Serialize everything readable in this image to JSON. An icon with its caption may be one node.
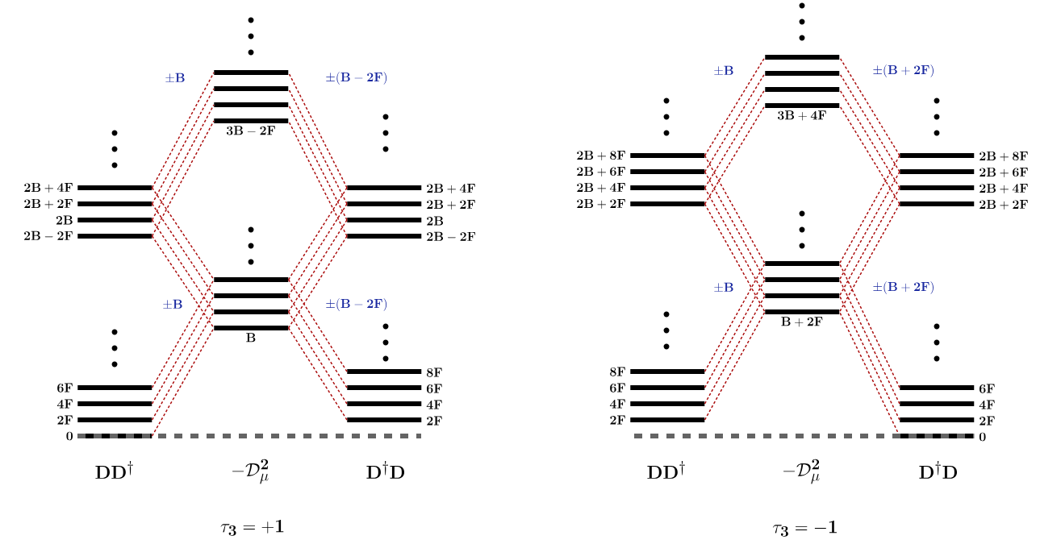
{
  "diagram": {
    "nodes": [
      {
        "text": [
          "\\mathbf{2B}+\\mathbf{4F}"
        ]
      },
      {
        "text": [
          "\\mathbf{2B}+\\mathbf{2F}"
        ]
      },
      {
        "text": [
          "\\mathbf{2B}"
        ]
      },
      {
        "text": [
          "\\mathbf{2B}-\\mathbf{2F}"
        ]
      },
      {
        "text": [
          "\\mathbf{6F}"
        ]
      },
      {
        "text": [
          "\\mathbf{4F}"
        ]
      },
      {
        "text": [
          "\\mathbf{2F}"
        ]
      },
      {
        "text": [
          "\\mathbf{0}"
        ]
      },
      {
        "text": [],
        "shape": "bar"
      },
      {
        "text": [],
        "shape": "bar"
      },
      {
        "text": [],
        "shape": "bar"
      },
      {
        "text": [
          "\\mathbf{3B}-\\mathbf{2F}"
        ]
      },
      {
        "text": [],
        "shape": "bar"
      },
      {
        "text": [],
        "shape": "bar"
      },
      {
        "text": [],
        "shape": "bar"
      },
      {
        "text": [
          "\\mathbf{B}"
        ]
      },
      {
        "text": [
          "\\mathbf{2B}+\\mathbf{4F}"
        ]
      },
      {
        "text": [
          "\\mathbf{2B}+\\mathbf{2F}"
        ]
      },
      {
        "text": [
          "\\mathbf{2B}"
        ]
      },
      {
        "text": [
          "\\mathbf{2B}-\\mathbf{2F}"
        ]
      },
      {
        "text": [
          "\\mathbf{8F}"
        ]
      },
      {
        "text": [
          "\\mathbf{6F}"
        ]
      },
      {
        "text": [
          "\\mathbf{4F}"
        ]
      },
      {
        "text": [
          "\\mathbf{2F}"
        ]
      },
      {
        "text": [
          "\\mathbf{2B}+\\mathbf{8F}"
        ]
      },
      {
        "text": [
          "\\mathbf{2B}+\\mathbf{6F}"
        ]
      },
      {
        "text": [
          "\\mathbf{2B}+\\mathbf{4F}"
        ]
      },
      {
        "text": [
          "\\mathbf{2B}+\\mathbf{2F}"
        ]
      },
      {
        "text": [
          "\\mathbf{8F}"
        ]
      },
      {
        "text": [
          "\\mathbf{6F}"
        ]
      },
      {
        "text": [
          "\\mathbf{4F}"
        ]
      },
      {
        "text": [
          "\\mathbf{2F}"
        ]
      },
      {
        "text": [],
        "shape": "bar"
      },
      {
        "text": [],
        "shape": "bar"
      },
      {
        "text": [],
        "shape": "bar"
      },
      {
        "text": [
          "\\mathbf{3B}+\\mathbf{4F}"
        ]
      },
      {
        "text": [],
        "shape": "bar"
      },
      {
        "text": [],
        "shape": "bar"
      },
      {
        "text": [],
        "shape": "bar"
      },
      {
        "text": [
          "\\mathbf{B}+\\mathbf{2F}"
        ]
      },
      {
        "text": [
          "\\mathbf{2B}+\\mathbf{8F}"
        ]
      },
      {
        "text": [
          "\\mathbf{2B}+\\mathbf{6F}"
        ]
      },
      {
        "text": [
          "\\mathbf{2B}+\\mathbf{4F}"
        ]
      },
      {
        "text": [
          "\\mathbf{2B}+\\mathbf{2F}"
        ]
      },
      {
        "text": [
          "\\mathbf{6F}"
        ]
      },
      {
        "text": [
          "\\mathbf{4F}"
        ]
      },
      {
        "text": [
          "\\mathbf{2F}"
        ]
      },
      {
        "text": [
          "\\mathbf{0}"
        ]
      }
    ],
    "edges": [
      {
        "from": 4,
        "to": 12,
        "arrow": "none",
        "style": "dashed"
      },
      {
        "from": 5,
        "to": 13,
        "arrow": "none",
        "style": "dashed"
      },
      {
        "from": 6,
        "to": 14,
        "arrow": "none",
        "style": "dashed"
      },
      {
        "from": 7,
        "to": 15,
        "arrow": "none",
        "style": "dashed"
      },
      {
        "from": 0,
        "to": 8,
        "arrow": "none",
        "style": "dashed"
      },
      {
        "from": 1,
        "to": 9,
        "arrow": "none",
        "style": "dashed"
      },
      {
        "from": 2,
        "to": 10,
        "arrow": "none",
        "style": "dashed"
      },
      {
        "from": 3,
        "to": 11,
        "arrow": "none",
        "style": "dashed"
      },
      {
        "from": 0,
        "to": 12,
        "arrow": "none",
        "style": "dashed"
      },
      {
        "from": 1,
        "to": 13,
        "arrow": "none",
        "style": "dashed"
      },
      {
        "from": 2,
        "to": 14,
        "arrow": "none",
        "style": "dashed"
      },
      {
        "from": 3,
        "to": 15,
        "arrow": "none",
        "style": "dashed"
      },
      {
        "from": 20,
        "to": 12,
        "arrow": "none",
        "style": "dashed"
      },
      {
        "from": 21,
        "to": 13,
        "arrow": "none",
        "style": "dashed"
      },
      {
        "from": 22,
        "to": 14,
        "arrow": "none",
        "style": "dashed"
      },
      {
        "from": 23,
        "to": 15,
        "arrow": "none",
        "style": "dashed"
      },
      {
        "from": 16,
        "to": 8,
        "arrow": "none",
        "style": "dashed"
      },
      {
        "from": 17,
        "to": 9,
        "arrow": "none",
        "style": "dashed"
      },
      {
        "from": 18,
        "to": 10,
        "arrow": "none",
        "style": "dashed"
      },
      {
        "from": 19,
        "to": 11,
        "arrow": "none",
        "style": "dashed"
      },
      {
        "from": 16,
        "to": 12,
        "arrow": "none",
        "style": "dashed"
      },
      {
        "from": 17,
        "to": 13,
        "arrow": "none",
        "style": "dashed"
      },
      {
        "from": 18,
        "to": 14,
        "arrow": "none",
        "style": "dashed"
      },
      {
        "from": 19,
        "to": 15,
        "arrow": "none",
        "style": "dashed"
      },
      {
        "from": 28,
        "to": 36,
        "arrow": "none",
        "style": "dashed"
      },
      {
        "from": 29,
        "to": 37,
        "arrow": "none",
        "style": "dashed"
      },
      {
        "from": 30,
        "to": 38,
        "arrow": "none",
        "style": "dashed"
      },
      {
        "from": 31,
        "to": 39,
        "arrow": "none",
        "style": "dashed"
      },
      {
        "from": 24,
        "to": 32,
        "arrow": "none",
        "style": "dashed"
      },
      {
        "from": 25,
        "to": 33,
        "arrow": "none",
        "style": "dashed"
      },
      {
        "from": 26,
        "to": 34,
        "arrow": "none",
        "style": "dashed"
      },
      {
        "from": 27,
        "to": 35,
        "arrow": "none",
        "style": "dashed"
      },
      {
        "from": 24,
        "to": 36,
        "arrow": "none",
        "style": "dashed"
      },
      {
        "from": 25,
        "to": 37,
        "arrow": "none",
        "style": "dashed"
      },
      {
        "from": 26,
        "to": 38,
        "arrow": "none",
        "style": "dashed"
      },
      {
        "from": 27,
        "to": 39,
        "arrow": "none",
        "style": "dashed"
      },
      {
        "from": 44,
        "to": 36,
        "arrow": "none",
        "style": "dashed"
      },
      {
        "from": 45,
        "to": 37,
        "arrow": "none",
        "style": "dashed"
      },
      {
        "from": 46,
        "to": 38,
        "arrow": "none",
        "style": "dashed"
      },
      {
        "from": 47,
        "to": 39,
        "arrow": "none",
        "style": "dashed"
      },
      {
        "from": 40,
        "to": 32,
        "arrow": "none",
        "style": "dashed"
      },
      {
        "from": 41,
        "to": 33,
        "arrow": "none",
        "style": "dashed"
      },
      {
        "from": 42,
        "to": 34,
        "arrow": "none",
        "style": "dashed"
      },
      {
        "from": 43,
        "to": 35,
        "arrow": "none",
        "style": "dashed"
      },
      {
        "from": 40,
        "to": 36,
        "arrow": "none",
        "style": "dashed"
      },
      {
        "from": 41,
        "to": 37,
        "arrow": "none",
        "style": "dashed"
      },
      {
        "from": 42,
        "to": 38,
        "arrow": "none",
        "style": "dashed"
      },
      {
        "from": 43,
        "to": 39,
        "arrow": "none",
        "style": "dashed"
      }
    ],
    "labels": [
      "\\pm\\mathbf{B}",
      "\\pm\\mathbf{(B}-\\mathbf{2F)}",
      "\\pm\\mathbf{B}",
      "\\pm\\mathbf{(B}-\\mathbf{2F)}",
      "\\mathbf{DD}^{\\dagger}",
      "-\\mathcal{D}_{\\mu}^{\\mathbf{2}}",
      "\\mathbf{D}^{\\dagger}\\mathbf{D}",
      "\\tau_{\\mathbf{3}}=\\mathbf{+1}",
      "\\pm\\mathbf{B}",
      "\\pm\\mathbf{(B}+\\mathbf{2F)}",
      "\\pm\\mathbf{B}",
      "\\pm\\mathbf{(B}+\\mathbf{2F)}",
      "\\mathbf{DD}^{\\dagger}",
      "-\\mathcal{D}_{\\mu}^{\\mathbf{2}}",
      "\\mathbf{D}^{\\dagger}\\mathbf{D}",
      "\\tau_{\\mathbf{3}}=\\mathbf{-1}"
    ]
  }
}
